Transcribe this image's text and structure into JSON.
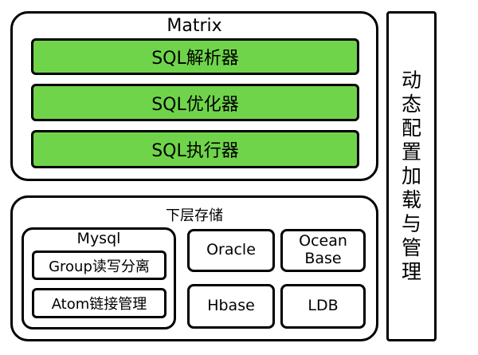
{
  "matrix": {
    "title": "Matrix",
    "layers": [
      {
        "label": "SQL解析器"
      },
      {
        "label": "SQL优化器"
      },
      {
        "label": "SQL执行器"
      }
    ]
  },
  "storage": {
    "title": "下层存储",
    "mysql": {
      "title": "Mysql",
      "items": [
        {
          "label": "Group读写分离"
        },
        {
          "label": "Atom链接管理"
        }
      ]
    },
    "oracle": "Oracle",
    "ocean_base": "Ocean\nBase",
    "hbase": "Hbase",
    "ldb": "LDB"
  },
  "side_panel": {
    "label": "动态配置加载与管理"
  },
  "colors": {
    "layer_fill": "#6fd44a",
    "border": "#000000"
  }
}
